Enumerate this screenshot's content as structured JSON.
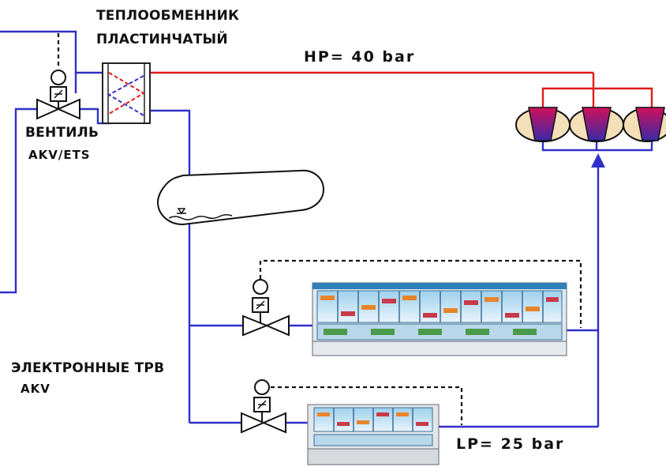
{
  "labels": {
    "heat_exchanger_line1": "ТЕПЛООБМЕННИК",
    "heat_exchanger_line2": "ПЛАСТИНЧАТЫЙ",
    "high_pressure": "HP= 40 bar",
    "valve_name": "ВЕНТИЛЬ",
    "valve_code": "AKV/ETS",
    "etrv_name": "ЭЛЕКТРОННЫЕ ТРВ",
    "etrv_code": "AKV",
    "low_pressure": "LP= 25 bar"
  },
  "colors": {
    "pipe_blue": "#3030c8",
    "pipe_red": "#e01a1a",
    "control_line": "#111111",
    "compressor_top": "#d0105a",
    "compressor_bottom": "#3a2aa8",
    "compressor_shell": "#f3dfb8",
    "display_case_blue": "#2f7fb8"
  },
  "icons": [
    "gate-valve-icon",
    "solenoid-icon",
    "sensor-bulb-icon",
    "compressor-icon",
    "receiver-tank-icon",
    "plate-heat-exchanger-icon",
    "display-case-icon",
    "flow-arrow-icon"
  ]
}
